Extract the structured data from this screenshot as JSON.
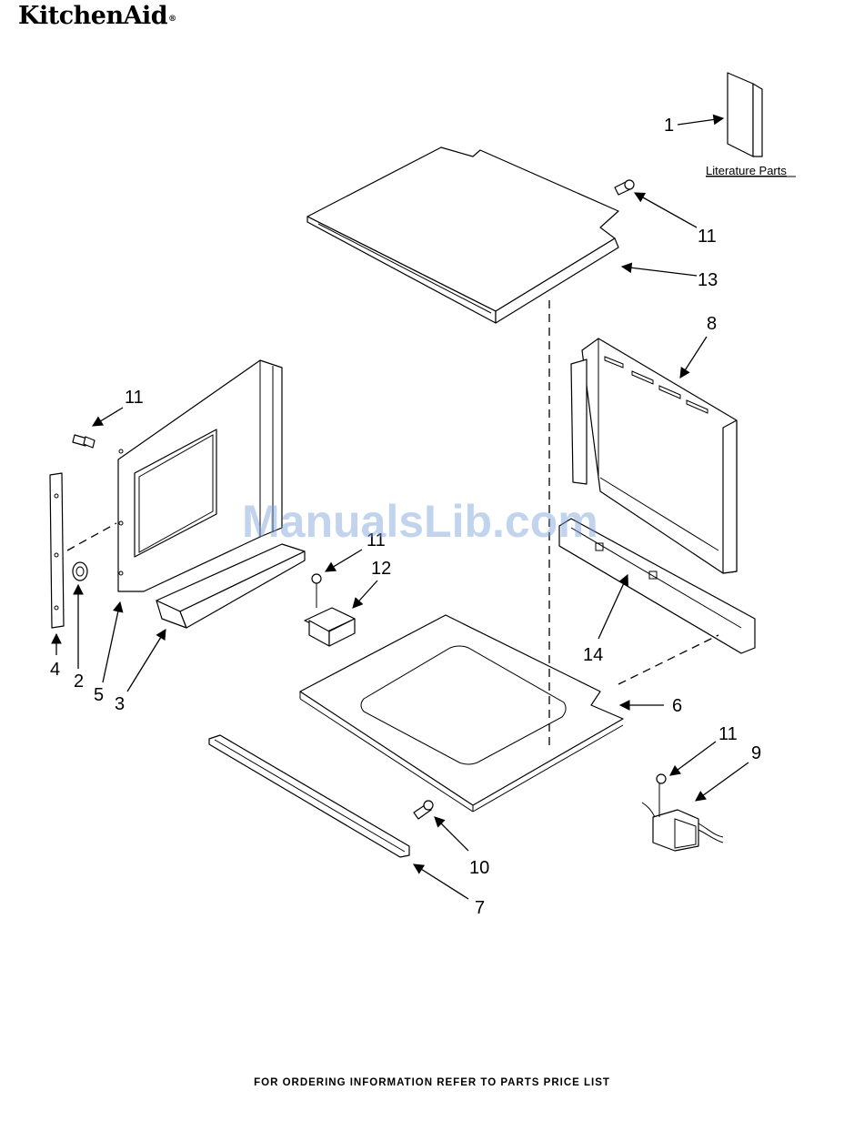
{
  "brand": {
    "name": "KitchenAid",
    "reg": "®"
  },
  "footer": "FOR ORDERING INFORMATION REFER TO PARTS PRICE LIST",
  "watermark": "ManualsLib.com",
  "literature_label": "Literature Parts",
  "callouts": {
    "c1": "1",
    "c2": "2",
    "c3": "3",
    "c4": "4",
    "c5": "5",
    "c6": "6",
    "c7": "7",
    "c8": "8",
    "c9": "9",
    "c10": "10",
    "c11a": "11",
    "c11b": "11",
    "c11c": "11",
    "c11d": "11",
    "c12": "12",
    "c13": "13",
    "c14": "14"
  }
}
